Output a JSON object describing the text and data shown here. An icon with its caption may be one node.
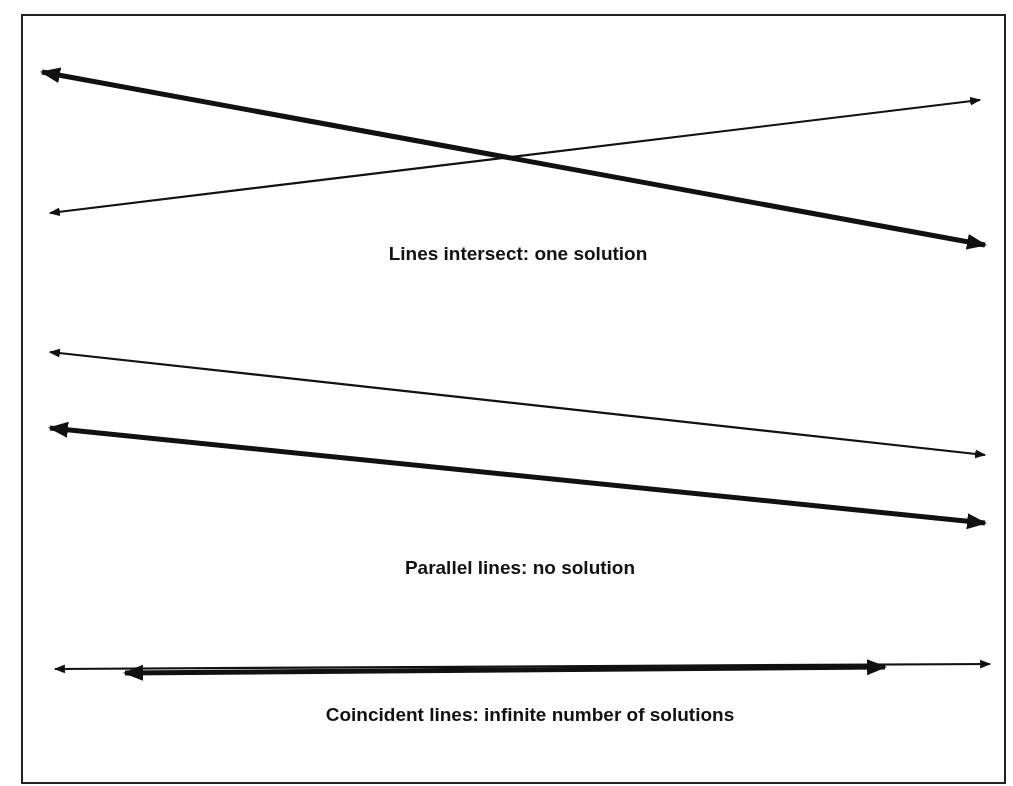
{
  "diagram": {
    "labels": [
      "Lines intersect: one solution",
      "Parallel lines: no solution",
      "Coincident lines: infinite number of solutions"
    ]
  }
}
